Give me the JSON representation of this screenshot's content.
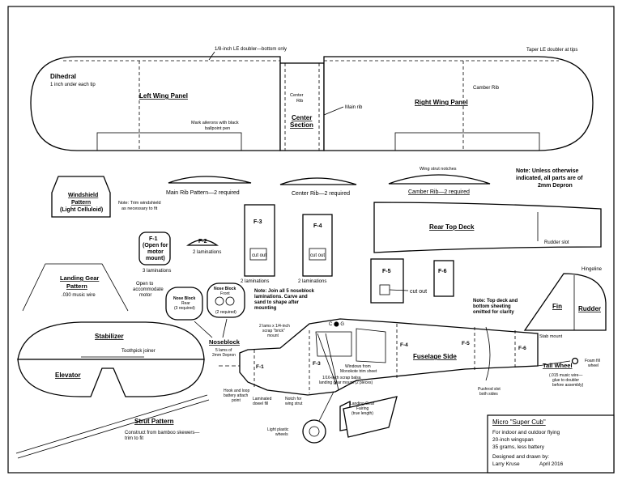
{
  "wing": {
    "le_doubler": "1/8-inch LE doubler—bottom only",
    "taper_doubler": "Taper LE doubler at tips",
    "dihedral_title": "Dihedral",
    "dihedral_note": "1 inch under each tip",
    "left_panel": "Left Wing Panel",
    "ailerons_1": "Mark ailerons with black",
    "ailerons_2": "ballpoint pen",
    "center_rib_1": "Center",
    "center_rib_2": "Rib",
    "main_rib": "Main rib",
    "center_section_1": "Center",
    "center_section_2": "Section",
    "right_panel": "Right Wing Panel",
    "camber_rib": "Camber Rib"
  },
  "parts": {
    "windshield": [
      "Windshield",
      "Pattern",
      "(Light Celluloid)"
    ],
    "windshield_note": [
      "Note: Trim windshield",
      "as necessary to fit"
    ],
    "main_rib_pattern": "Main Rib Pattern—2 required",
    "center_rib": "Center Rib—2 required",
    "camber_rib": "Camber Rib—2 required",
    "wing_strut_notches": "Wing strut notches",
    "depron_note": [
      "Note: Unless otherwise",
      "indicated, all parts are of",
      "2mm Depron"
    ],
    "f1": [
      "F-1",
      "(Open for",
      "motor",
      "mount)"
    ],
    "f1_lam": "3 laminations",
    "f2": "F-2",
    "f2_lam": "2 laminations",
    "f3": "F-3",
    "f4": "F-4",
    "cut_out": "cut out",
    "lam2": "2 laminations",
    "f5": "F-5",
    "f6": "F-6",
    "rear_top_deck": "Rear Top Deck",
    "rudder_slot": "Rudder slot",
    "hingeline": "Hingeline",
    "fin": "Fin",
    "rudder": "Rudder",
    "stab_mount": "Stab mount",
    "landing_gear": [
      "Landing Gear",
      "Pattern",
      ".030 music wire"
    ],
    "open_motor": [
      "Open to",
      "accommodate",
      "motor"
    ],
    "nose_rear": [
      "Nose Block",
      "Rear",
      "(3 required)"
    ],
    "nose_front": [
      "Nose Block",
      "Front"
    ],
    "nose_front_req": "(2 required)",
    "nose_note": [
      "Note: Join all 5 noseblock",
      "laminations. Carve and",
      "sand to shape after",
      "mounting"
    ],
    "noseblock": "Noseblock",
    "noseblock_sub": [
      "5 lams of",
      "2mm Depron"
    ],
    "stabilizer": "Stabilizer",
    "toothpick": "Toothpick joiner",
    "elevator": "Elevator",
    "strut_pattern": "Strut Pattern",
    "strut_note": [
      "Construct from bamboo skewers—",
      "trim to fit"
    ]
  },
  "fuselage": {
    "topdeck_note": [
      "Note: Top deck and",
      "bottom sheeting",
      "omitted for clarity"
    ],
    "brick": [
      "2 lams x 1/4-inch",
      "scrap \"brick\"",
      "mount"
    ],
    "windows": [
      "Windows from",
      "Monokote trim sheet"
    ],
    "fuselage_side": "Fuselage Side",
    "f1": "F-1",
    "f3": "F-3",
    "f4": "F-4",
    "f5": "F-5",
    "f6": "F-6",
    "pushrod": [
      "Pushrod slot",
      "both sides"
    ],
    "tail_wheel": "Tail Wheel",
    "foam_wheel": [
      "Foam fill",
      "wheel"
    ],
    "wire_note": [
      "(.015 music wire—",
      "glue to doubler",
      "before assembly)"
    ],
    "balsa": [
      "1/16-inch scrap balsa",
      "landing gear mount (2 pieces)"
    ],
    "hook": [
      "Hook and loop",
      "battery attach",
      "point"
    ],
    "laminated": [
      "Laminated",
      "dowel fill"
    ],
    "notch": [
      "Notch for",
      "wing strut"
    ],
    "fairing": [
      "Landing Gear",
      "Fairing",
      "(true length)"
    ],
    "wheels": [
      "Light plastic",
      "wheels"
    ],
    "cockpit": "C ⬤ G"
  },
  "title_block": {
    "title": "Micro \"Super Cub\"",
    "line1": "For indoor and outdoor flying",
    "line2": "20-inch wingspan",
    "line3": "35 grams, less battery",
    "designed": "Designed and drawn by:",
    "author": "Larry Kruse",
    "date": "April 2016"
  }
}
